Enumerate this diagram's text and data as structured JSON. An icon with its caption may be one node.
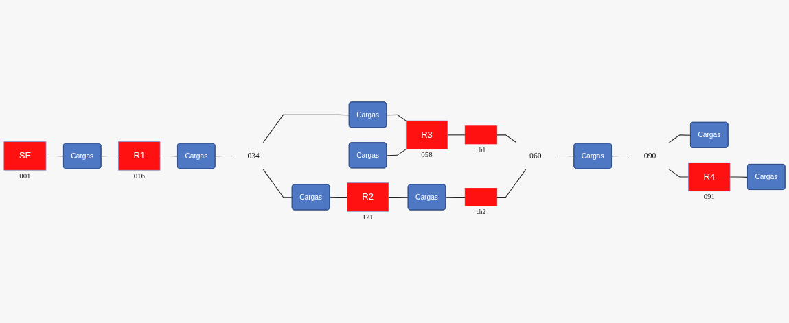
{
  "diagram": {
    "nodes": [
      {
        "text": [
          "SE"
        ],
        "beside": [
          "001"
        ]
      },
      {
        "text": [
          "Cargas"
        ]
      },
      {
        "text": [
          "R1"
        ],
        "beside": [
          "016"
        ]
      },
      {
        "text": [
          "Cargas"
        ]
      },
      {
        "text": [
          "034"
        ]
      },
      {
        "text": [
          "Cargas"
        ]
      },
      {
        "text": [
          "Cargas"
        ]
      },
      {
        "text": [
          "R3"
        ],
        "beside": [
          "058"
        ]
      },
      {
        "text": [],
        "shape": "box",
        "beside": [
          "ch1"
        ]
      },
      {
        "text": [
          "Cargas"
        ]
      },
      {
        "text": [
          "R2"
        ],
        "beside": [
          "121"
        ]
      },
      {
        "text": [
          "Cargas"
        ]
      },
      {
        "text": [],
        "shape": "box",
        "beside": [
          "ch2"
        ]
      },
      {
        "text": [
          "060"
        ]
      },
      {
        "text": [
          "Cargas"
        ]
      },
      {
        "text": [
          "090"
        ]
      },
      {
        "text": [
          "Cargas"
        ]
      },
      {
        "text": [
          "R4"
        ],
        "beside": [
          "091"
        ]
      },
      {
        "text": [
          "Cargas"
        ]
      }
    ],
    "edges": [
      {
        "from": 0,
        "to": 1,
        "arrow": "none"
      },
      {
        "from": 1,
        "to": 2,
        "arrow": "none"
      },
      {
        "from": 2,
        "to": 3,
        "arrow": "none"
      },
      {
        "from": 3,
        "to": 4,
        "arrow": "none"
      },
      {
        "from": 4,
        "to": 6,
        "arrow": "none"
      },
      {
        "from": 6,
        "to": 7,
        "arrow": "none"
      },
      {
        "from": 5,
        "to": 7,
        "arrow": "none"
      },
      {
        "from": 7,
        "to": 8,
        "arrow": "none"
      },
      {
        "from": 8,
        "to": 13,
        "arrow": "none"
      },
      {
        "from": 4,
        "to": 9,
        "arrow": "none"
      },
      {
        "from": 9,
        "to": 10,
        "arrow": "none"
      },
      {
        "from": 10,
        "to": 11,
        "arrow": "none"
      },
      {
        "from": 11,
        "to": 12,
        "arrow": "none"
      },
      {
        "from": 12,
        "to": 13,
        "arrow": "none"
      },
      {
        "from": 13,
        "to": 14,
        "arrow": "none"
      },
      {
        "from": 14,
        "to": 15,
        "arrow": "none"
      },
      {
        "from": 15,
        "to": 16,
        "arrow": "none"
      },
      {
        "from": 15,
        "to": 17,
        "arrow": "none"
      },
      {
        "from": 17,
        "to": 18,
        "arrow": "none"
      }
    ]
  }
}
